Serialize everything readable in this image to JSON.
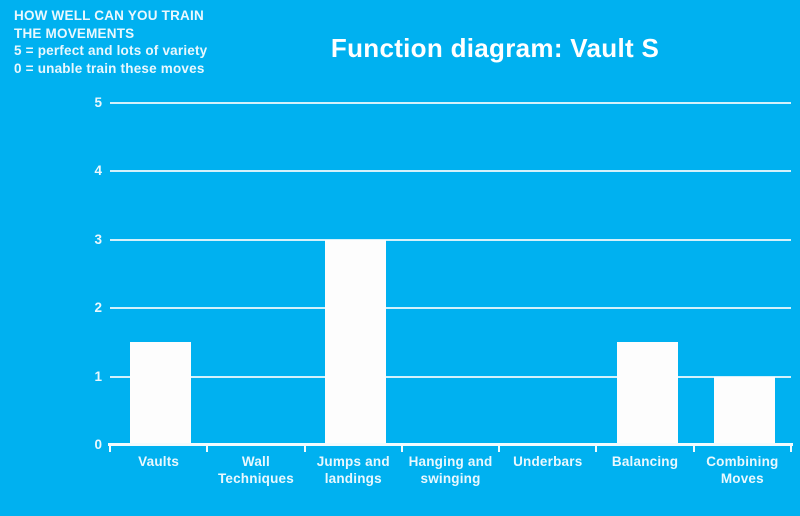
{
  "annotation": {
    "lines": [
      "HOW WELL CAN YOU TRAIN",
      "THE MOVEMENTS",
      "5 = perfect and lots of variety",
      "0 = unable train these moves"
    ]
  },
  "chart_data": {
    "type": "bar",
    "title": "Function diagram: Vault S",
    "categories": [
      "Vaults",
      "Wall Techniques",
      "Jumps and landings",
      "Hanging and swinging",
      "Underbars",
      "Balancing",
      "Combining Moves"
    ],
    "category_label_lines": [
      [
        "Vaults"
      ],
      [
        "Wall",
        "Techniques"
      ],
      [
        "Jumps and",
        "landings"
      ],
      [
        "Hanging and",
        "swinging"
      ],
      [
        "Underbars"
      ],
      [
        "Balancing"
      ],
      [
        "Combining",
        "Moves"
      ]
    ],
    "values": [
      1.5,
      0,
      3,
      0,
      0,
      1.5,
      1
    ],
    "xlabel": "",
    "ylabel": "",
    "ylim": [
      0,
      5
    ],
    "yticks": [
      0,
      1,
      2,
      3,
      4,
      5
    ],
    "grid": true,
    "legend": "none",
    "colors": {
      "background": "#00b1f0",
      "bar": "#fdfdfd",
      "gridline": "#d3f1fb",
      "axis_line": "#f2fbfe",
      "tick_text": "#e9f8fe",
      "title_text": "#ffffff"
    }
  }
}
